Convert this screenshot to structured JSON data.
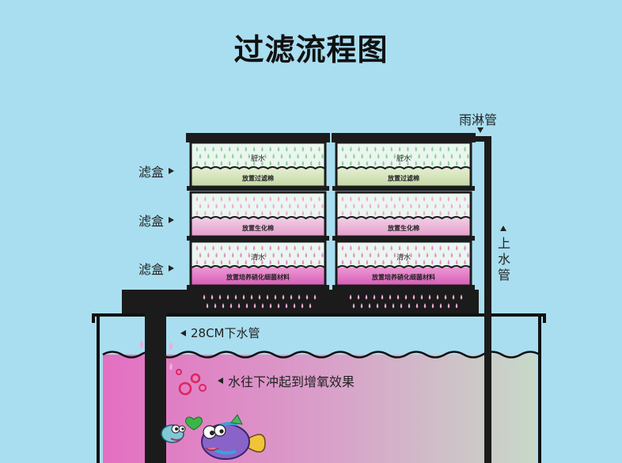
{
  "title": "过滤流程图",
  "labels": {
    "filter_box_1": "滤盒",
    "filter_box_2": "滤盒",
    "filter_box_3": "滤盒",
    "rain_pipe": "雨淋管",
    "up_pipe": "上水管",
    "down_pipe": "28CM下水管",
    "oxygen_effect": "水往下冲起到增氧效果"
  },
  "boxes": {
    "left": [
      {
        "top_text": "脏水",
        "bottom_text": "放置过滤棉"
      },
      {
        "top_text": "",
        "bottom_text": "放置生化棉"
      },
      {
        "top_text": "清水",
        "bottom_text": "放置培养硝化细菌材料"
      }
    ],
    "right": [
      {
        "top_text": "脏水",
        "bottom_text": "放置过滤棉"
      },
      {
        "top_text": "",
        "bottom_text": "放置生化棉"
      },
      {
        "top_text": "清水",
        "bottom_text": "放置培养硝化细菌材料"
      }
    ]
  },
  "colors": {
    "background": "#a9def0",
    "frame": "#1b1b1b",
    "box_top_water": "#dff3e8",
    "layer_green": "#cfe2b6",
    "layer_pink": "#e9b6d6",
    "layer_magenta": "#e07fc4",
    "tank_water_left": "#e46fc2",
    "tank_water_right": "#c9d5c6"
  }
}
